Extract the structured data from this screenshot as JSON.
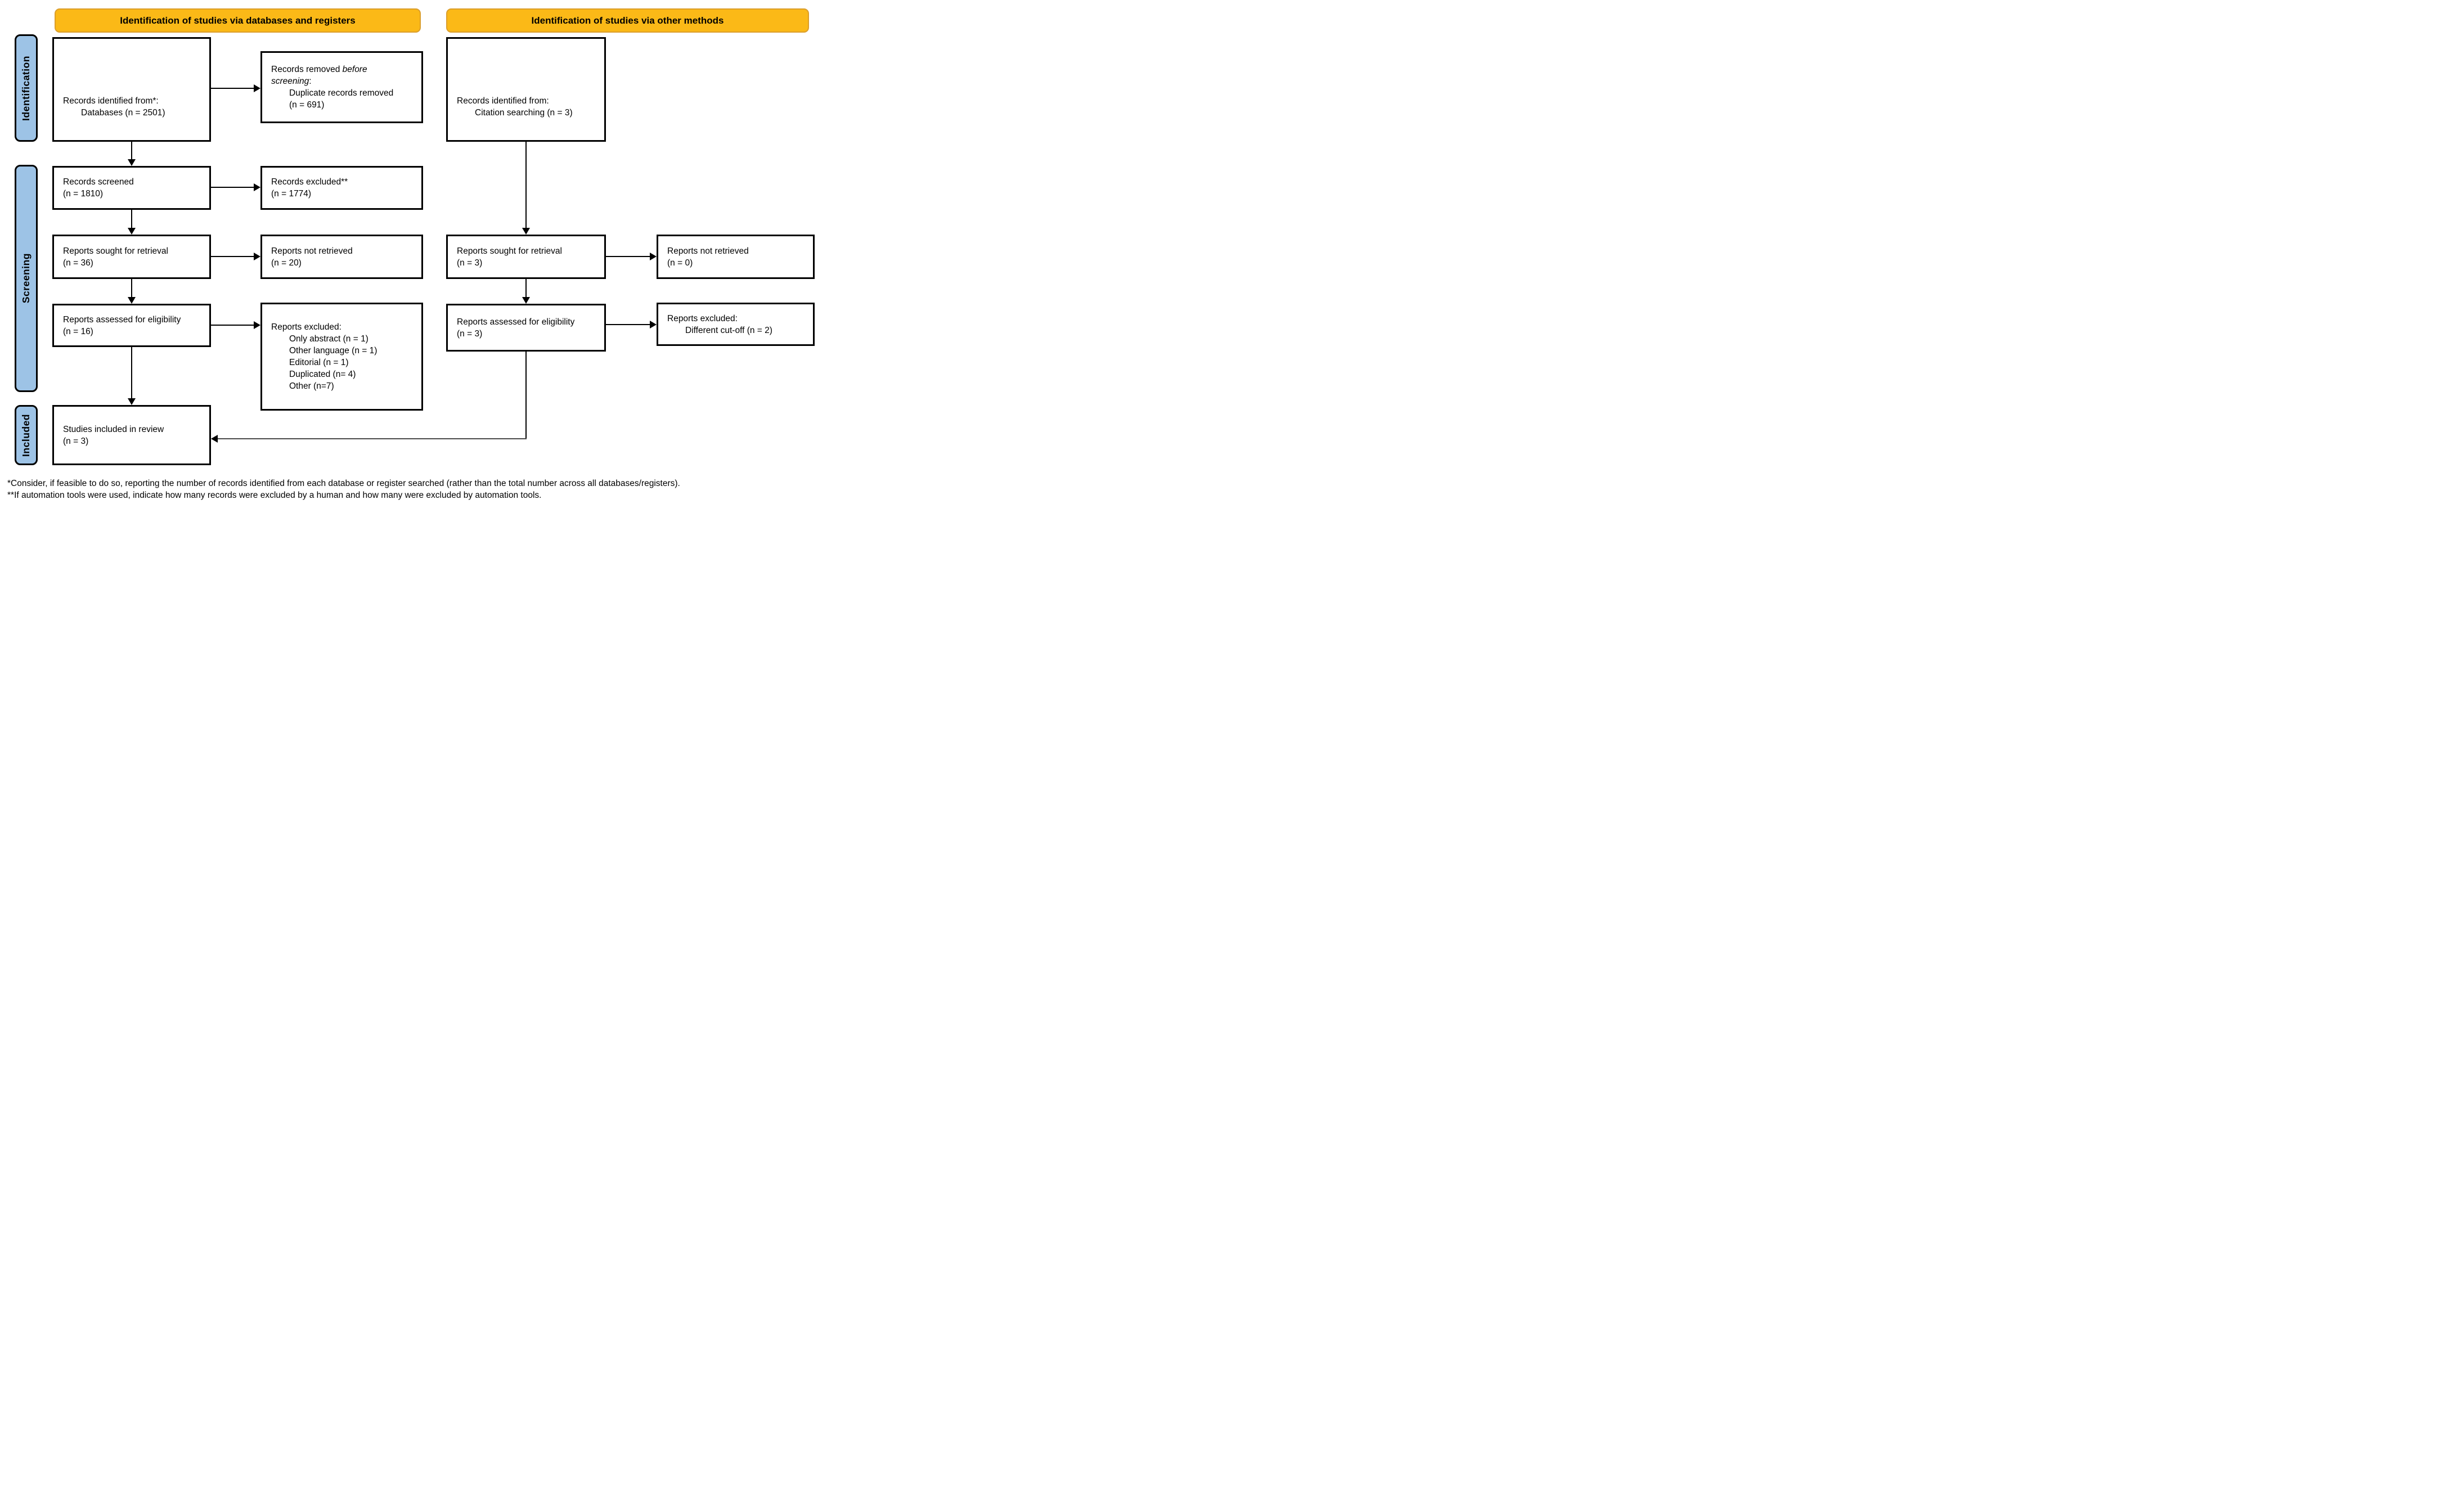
{
  "banners": {
    "left": "Identification of studies via databases and registers",
    "right": "Identification of studies via other methods"
  },
  "sidebar": {
    "identification": "Identification",
    "screening": "Screening",
    "included": "Included"
  },
  "colors": {
    "banner_fill": "#FBB917",
    "banner_border": "#DB9E2A",
    "tab_fill": "#9DC3E6",
    "box_border": "#000000"
  },
  "boxes": {
    "db_identified": {
      "line1": "Records identified from*:",
      "line2": "Databases (n = 2501)"
    },
    "removed_before": {
      "l1_normal": "Records removed ",
      "l1_italic": "before",
      "l2_italic": "screening",
      "l2_normal": ":",
      "l3": "Duplicate records removed",
      "l4": "(n = 691)"
    },
    "screened": {
      "line1": "Records screened",
      "line2": "(n = 1810)"
    },
    "records_excluded": {
      "line1": "Records excluded**",
      "line2": "(n = 1774)"
    },
    "sought": {
      "line1": "Reports sought for retrieval",
      "line2": "(n = 36)"
    },
    "not_retrieved": {
      "line1": "Reports not retrieved",
      "line2": "(n = 20)"
    },
    "assessed": {
      "line1": "Reports assessed for eligibility",
      "line2": "(n = 16)"
    },
    "reports_excluded": {
      "title": "Reports excluded:",
      "items": [
        "Only abstract (n = 1)",
        "Other language (n = 1)",
        "Editorial (n = 1)",
        "Duplicated (n= 4)",
        "Other (n=7)"
      ]
    },
    "included_review": {
      "line1": "Studies included in review",
      "line2": "(n = 3)"
    },
    "citation_identified": {
      "line1": "Records identified from:",
      "line2": "Citation searching (n = 3)"
    },
    "sought_other": {
      "line1": "Reports sought for retrieval",
      "line2": "(n = 3)"
    },
    "not_retrieved_other": {
      "line1": "Reports not retrieved",
      "line2": "(n = 0)"
    },
    "assessed_other": {
      "line1": "Reports assessed for eligibility",
      "line2": "(n = 3)"
    },
    "reports_excluded_other": {
      "title": "Reports excluded:",
      "item1": "Different cut-off (n = 2)"
    }
  },
  "footnotes": {
    "line1": "*Consider, if feasible to do so, reporting the number of records identified from each database or register searched (rather than the total number across all databases/registers).",
    "line2": "**If automation tools were used, indicate how many records were excluded by a human and how many were excluded by automation tools."
  }
}
